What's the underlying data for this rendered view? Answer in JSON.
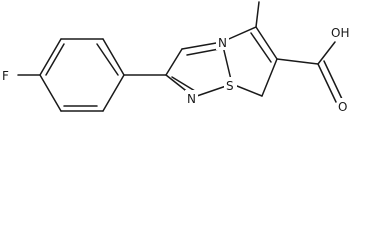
{
  "molecule": {
    "atoms": {
      "fluorine": "F",
      "nitrogen_bridge": "N",
      "nitrogen_imidazole": "N",
      "sulfur": "S",
      "hydroxyl": "OH",
      "carbonyl_oxygen": "O"
    }
  },
  "colors": {
    "bond": "#1a1a1a",
    "background": "#ffffff"
  }
}
